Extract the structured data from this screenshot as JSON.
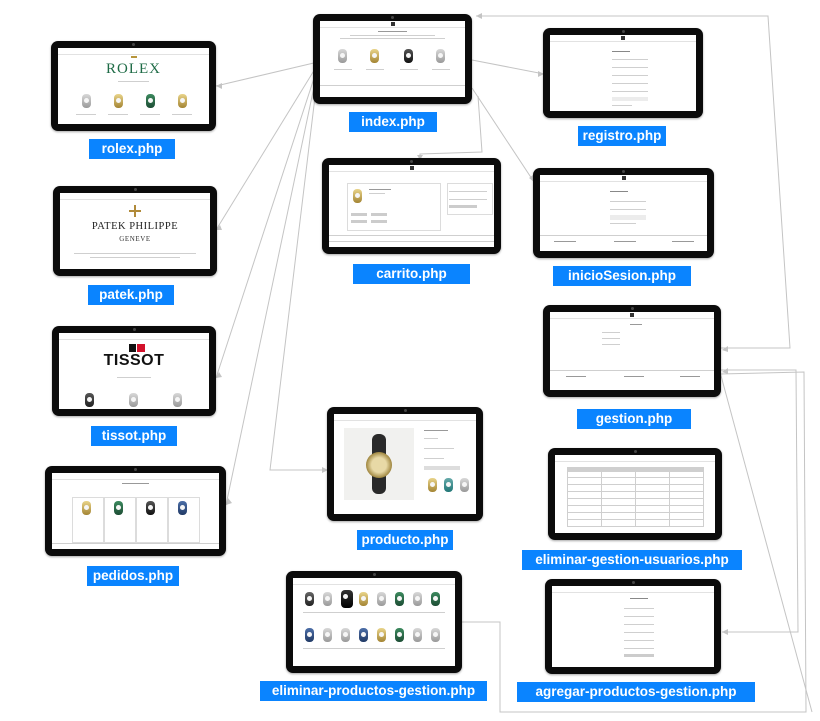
{
  "pages": [
    {
      "id": "index",
      "label": "index.php"
    },
    {
      "id": "rolex",
      "label": "rolex.php",
      "brand": "ROLEX"
    },
    {
      "id": "patek",
      "label": "patek.php",
      "brand": "PATEK PHILIPPE",
      "brand_sub": "GENEVE"
    },
    {
      "id": "tissot",
      "label": "tissot.php",
      "brand": "TISSOT"
    },
    {
      "id": "pedidos",
      "label": "pedidos.php"
    },
    {
      "id": "registro",
      "label": "registro.php"
    },
    {
      "id": "carrito",
      "label": "carrito.php"
    },
    {
      "id": "inicioSesion",
      "label": "inicioSesion.php"
    },
    {
      "id": "gestion",
      "label": "gestion.php"
    },
    {
      "id": "producto",
      "label": "producto.php"
    },
    {
      "id": "eliminar-gestion-usuarios",
      "label": "eliminar-gestion-usuarios.php"
    },
    {
      "id": "eliminar-productos-gestion",
      "label": "eliminar-productos-gestion.php"
    },
    {
      "id": "agregar-productos-gestion",
      "label": "agregar-productos-gestion.php"
    }
  ],
  "colors": {
    "label_bg": "#0a84ff",
    "device": "#0b0b0b",
    "rolex_green": "#1e6b46",
    "patek_gold": "#b08a3a",
    "connector": "#c4c4c4"
  }
}
